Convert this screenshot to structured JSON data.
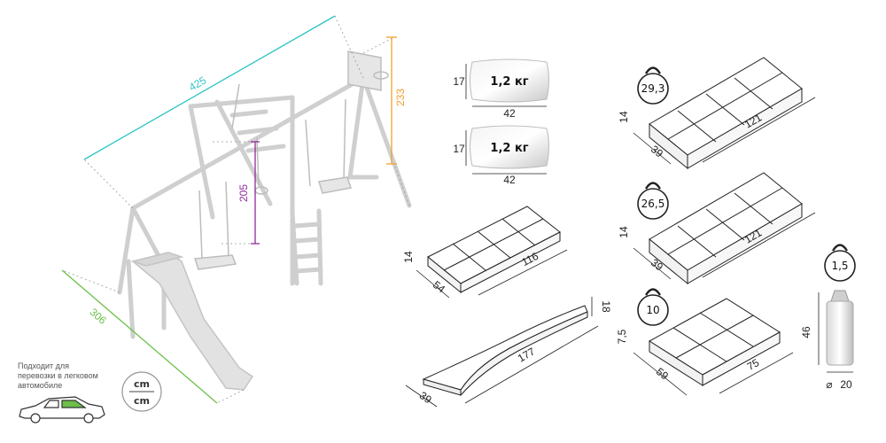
{
  "colors": {
    "width_dim": "#2ec4c4",
    "height_dim": "#f0a030",
    "depth_dim": "#6cc04a",
    "bar_dim": "#8e2a9c",
    "line": "#222222",
    "structure": "#cfcfcf"
  },
  "swing_set": {
    "width": "425",
    "height": "233",
    "depth": "306",
    "bar_height": "205"
  },
  "bags": [
    {
      "weight": "1,2 кг",
      "height": "17",
      "width": "42"
    },
    {
      "weight": "1,2 кг",
      "height": "17",
      "width": "42"
    }
  ],
  "box_small": {
    "height": "14",
    "depth": "54",
    "length": "116"
  },
  "slide": {
    "height": "18",
    "width": "39",
    "length": "177"
  },
  "packages": [
    {
      "weight": "29,3",
      "height": "14",
      "depth": "39",
      "length": "121",
      "icon": "kettlebell-icon"
    },
    {
      "weight": "26,5",
      "height": "14",
      "depth": "39",
      "length": "121",
      "icon": "kettlebell-icon"
    },
    {
      "weight": "10",
      "height": "7,5",
      "depth": "59",
      "length": "75",
      "icon": "kettlebell-icon"
    }
  ],
  "tube": {
    "weight": "1,5",
    "height": "46",
    "diameter": "20",
    "diameter_symbol": "⌀"
  },
  "transport_note": [
    "Подходит для",
    "перевозки в легковом",
    "автомобиле"
  ],
  "units": {
    "top": "cm",
    "bottom": "cm"
  }
}
